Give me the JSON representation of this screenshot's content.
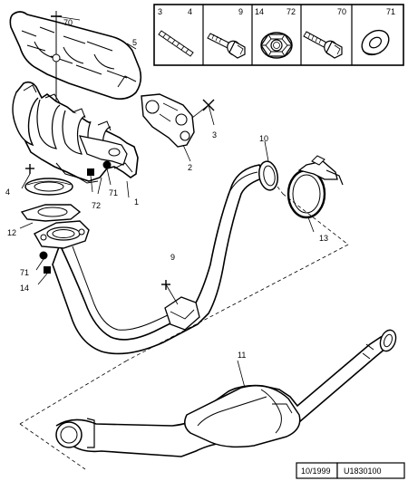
{
  "legend": {
    "items": [
      {
        "num": "3",
        "qty": "4",
        "icon": "stud-icon"
      },
      {
        "num": "9",
        "qty": "",
        "icon": "flanged-bolt-icon"
      },
      {
        "num": "14",
        "qty": "72",
        "icon": "hex-nut-icon"
      },
      {
        "num": "70",
        "qty": "",
        "icon": "flanged-bolt-icon"
      },
      {
        "num": "",
        "qty": "71",
        "icon": "washer-icon"
      }
    ]
  },
  "callouts": {
    "c70": "70",
    "c5": "5",
    "c3": "3",
    "c10": "10",
    "c2": "2",
    "c4": "4",
    "c71a": "71",
    "c72": "72",
    "c1": "1",
    "c12": "12",
    "c13": "13",
    "c9": "9",
    "c71b": "71",
    "c14": "14",
    "c11": "11"
  },
  "footer": {
    "date": "10/1999",
    "ref": "U1830100"
  }
}
